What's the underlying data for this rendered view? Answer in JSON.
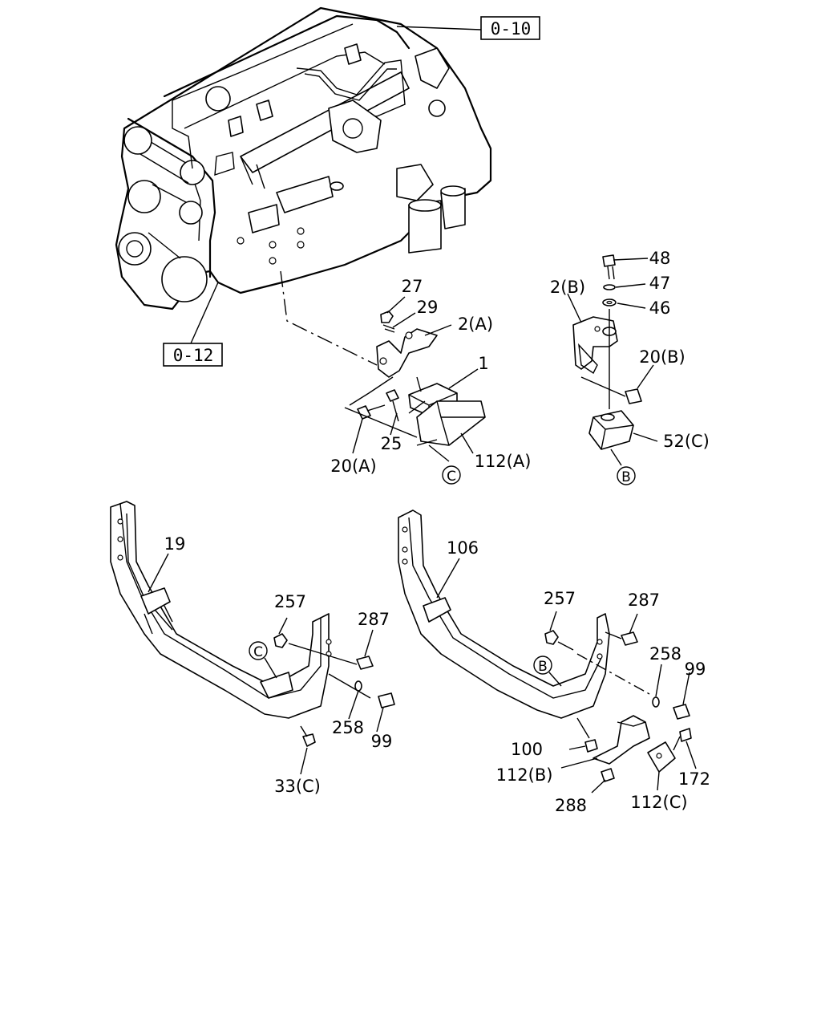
{
  "refs": {
    "engine_top": "0-10",
    "engine_left": "0-12"
  },
  "callouts": {
    "c1": "1",
    "c2a": "2(A)",
    "c2b": "2(B)",
    "c19": "19",
    "c20a": "20(A)",
    "c20b": "20(B)",
    "c25": "25",
    "c27": "27",
    "c29": "29",
    "c33c": "33(C)",
    "c46": "46",
    "c47": "47",
    "c48": "48",
    "c52c": "52(C)",
    "c99_left": "99",
    "c99_right": "99",
    "c100": "100",
    "c106": "106",
    "c112a": "112(A)",
    "c112b": "112(B)",
    "c112c": "112(C)",
    "c172": "172",
    "c257_left": "257",
    "c257_right": "257",
    "c258_left": "258",
    "c258_right": "258",
    "c287_left": "287",
    "c287_right": "287",
    "c288": "288"
  },
  "markers": {
    "c_top": "C",
    "b_top": "B",
    "c_left": "C",
    "b_right": "B"
  }
}
